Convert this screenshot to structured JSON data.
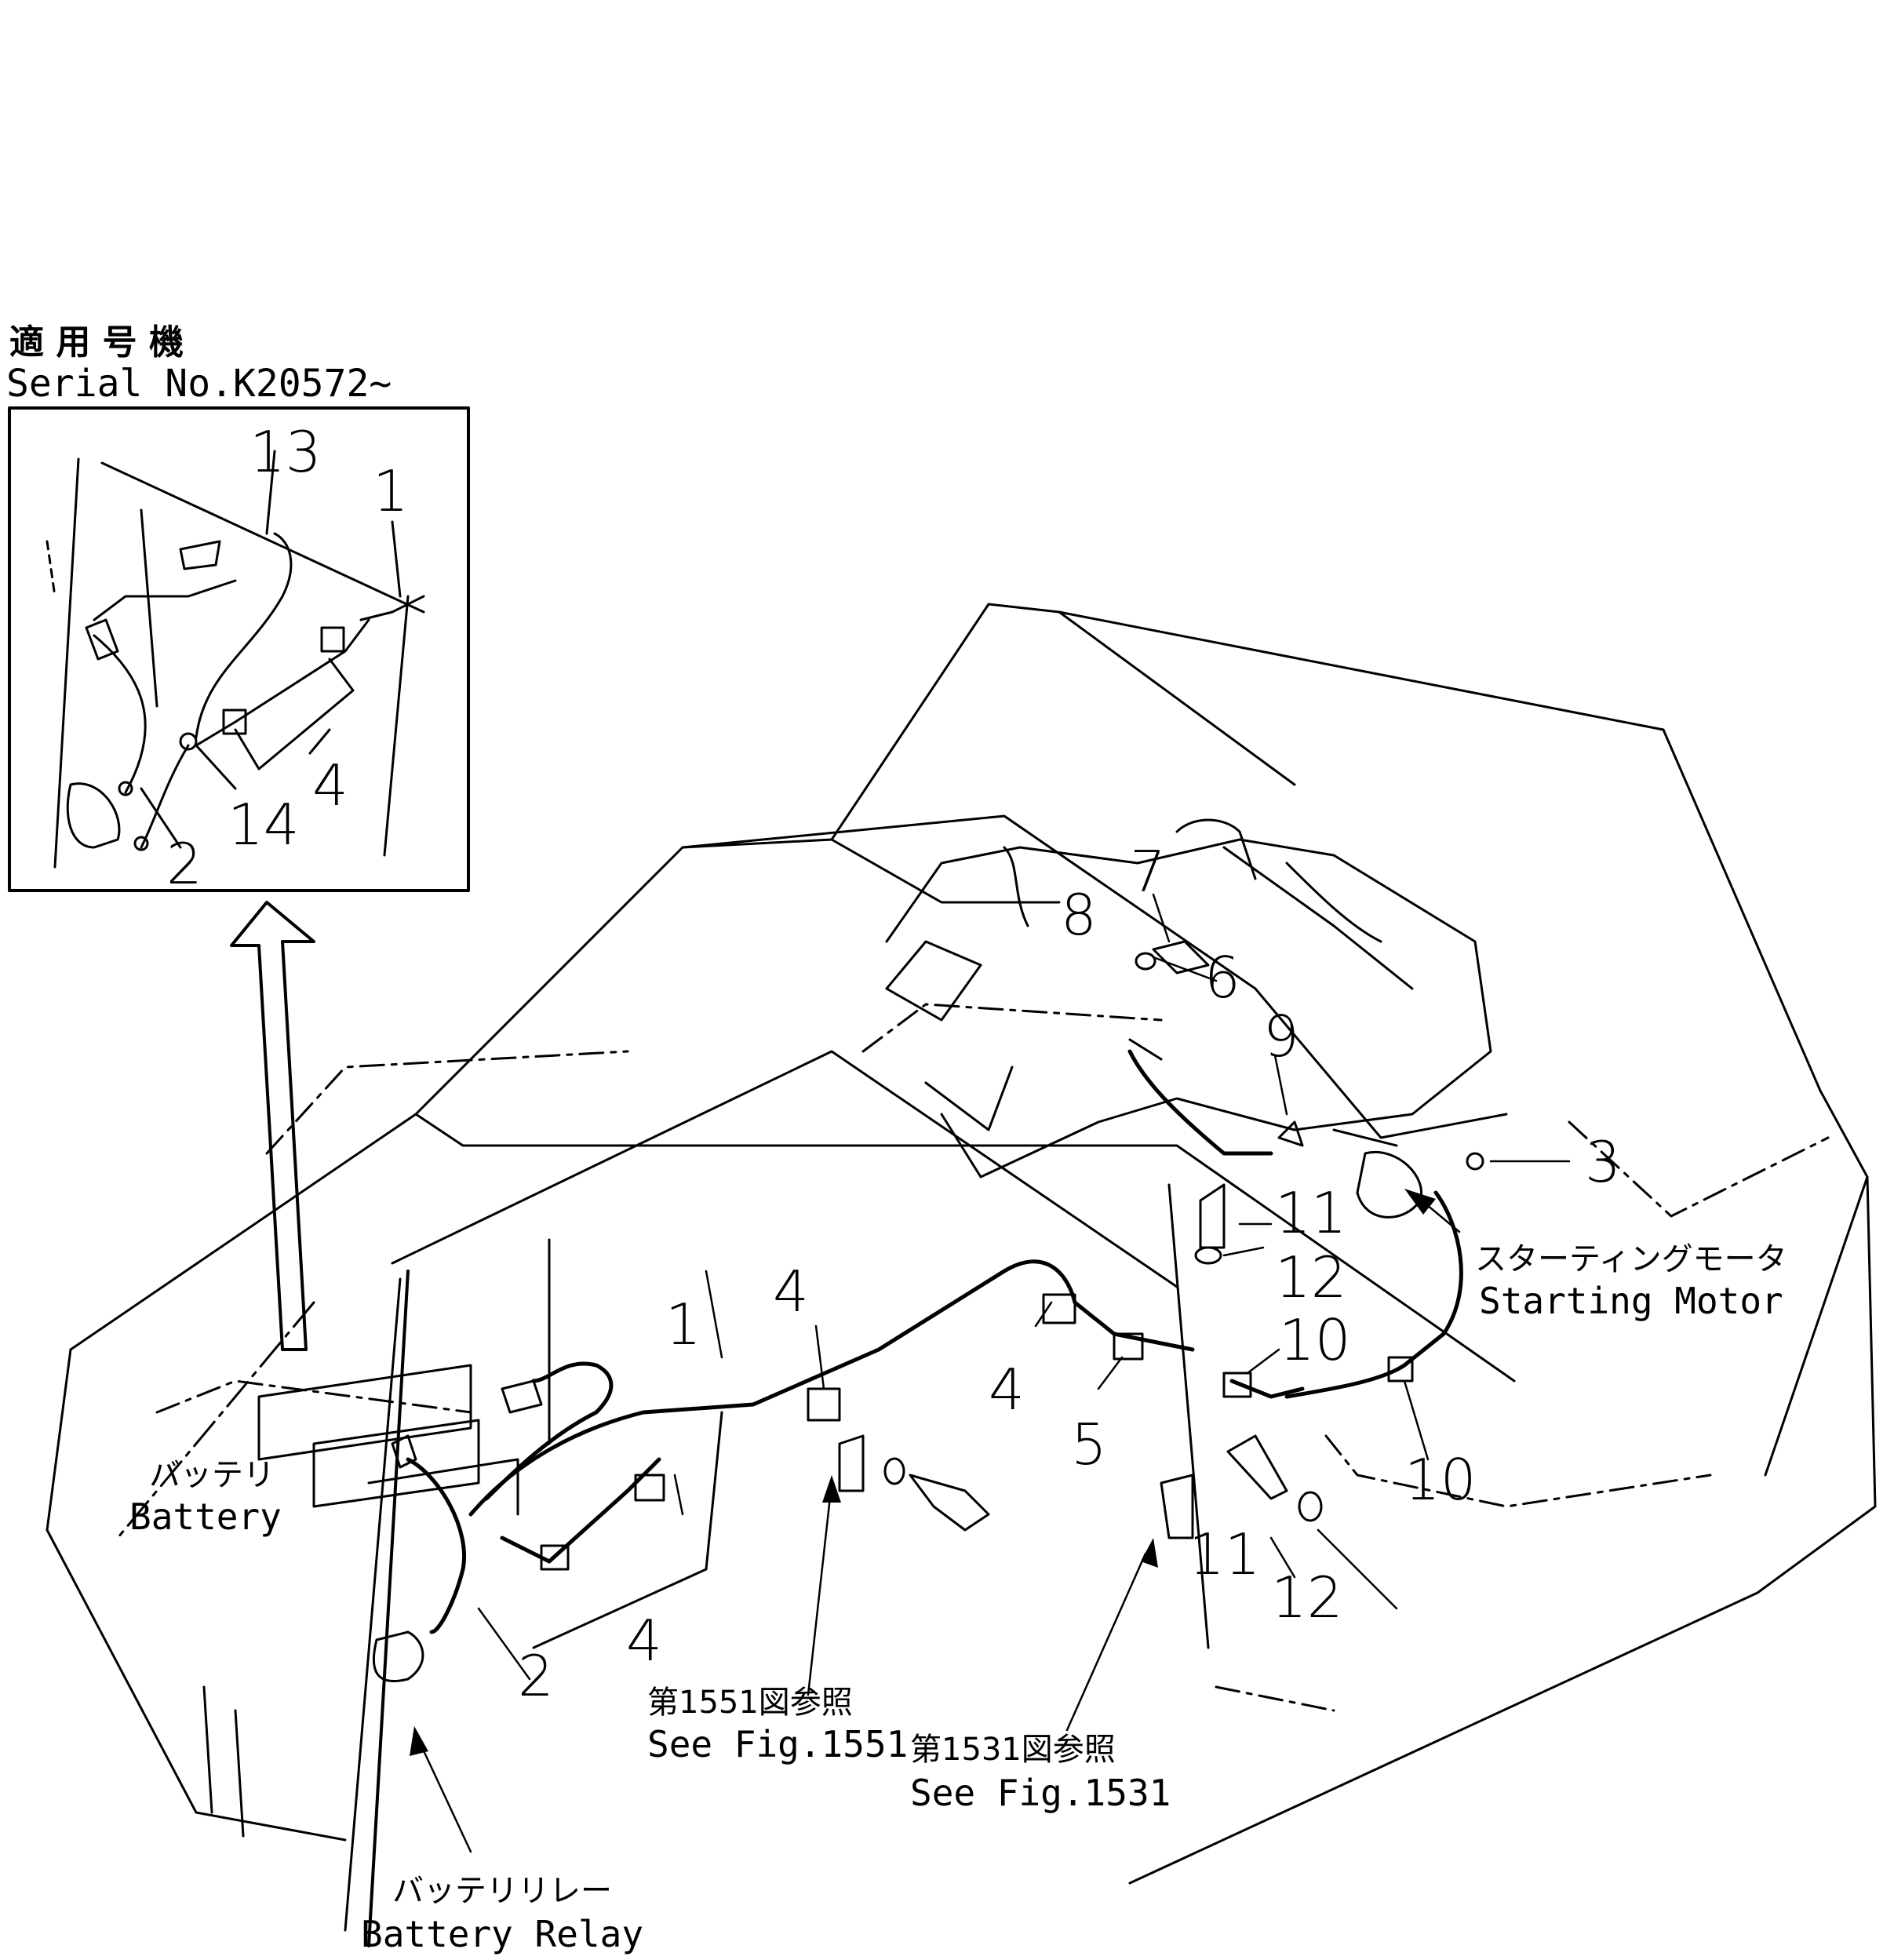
{
  "serial": {
    "jp": "適 用 号 機",
    "en": "Serial No.K20572~"
  },
  "parts": {
    "p1": "1",
    "p2": "2",
    "p3": "3",
    "p4": "4",
    "p5": "5",
    "p6": "6",
    "p7": "7",
    "p8": "8",
    "p9": "9",
    "p10": "10",
    "p11": "11",
    "p12": "12",
    "p13": "13",
    "p14": "14"
  },
  "battery": {
    "jp": "バッテリ",
    "en": "Battery"
  },
  "battery_relay": {
    "jp": "バッテリリレー",
    "en": "Battery Relay"
  },
  "starting_motor": {
    "jp": "スターティングモータ",
    "en": "Starting Motor"
  },
  "fig1551": {
    "jp": "第1551図参照",
    "en": "See Fig.1551"
  },
  "fig1531": {
    "jp": "第1531図参照",
    "en": "See Fig.1531"
  }
}
